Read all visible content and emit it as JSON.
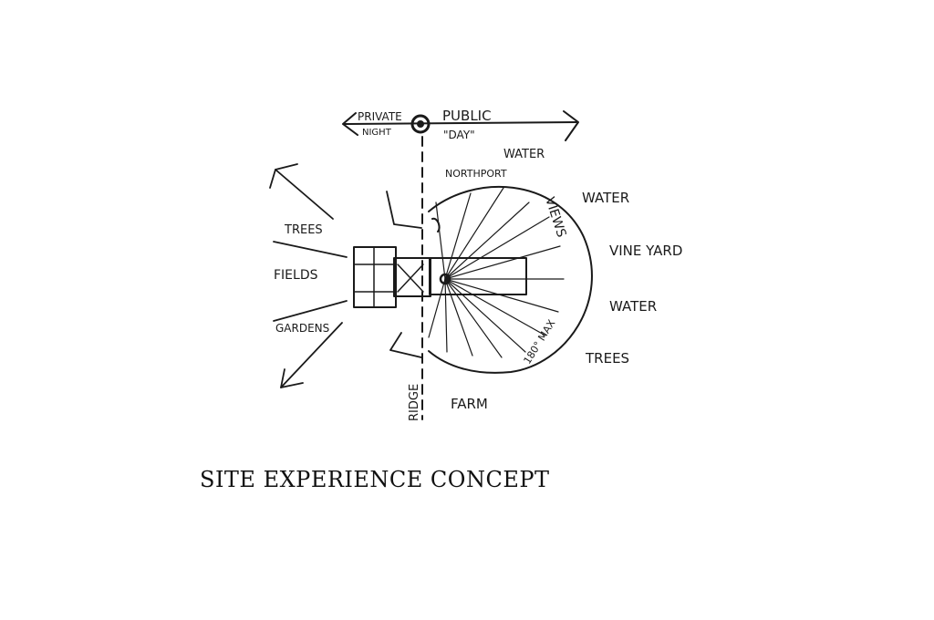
{
  "caption": "SITE EXPERIENCE CONCEPT",
  "labels": {
    "private": "PRIVATE",
    "public": "PUBLIC",
    "night": "NIGHT",
    "day": "\"DAY\"",
    "water_top": "WATER",
    "northport": "NORTHPORT",
    "water_upper": "WATER",
    "vineyard": "VINE YARD",
    "water_lower": "WATER",
    "trees_right": "TREES",
    "farm": "FARM",
    "ridge": "RIDGE",
    "trees_left": "TREES",
    "fields": "FIELDS",
    "gardens": "GARDENS",
    "views": "VIEWS",
    "max": "180° MAX"
  }
}
